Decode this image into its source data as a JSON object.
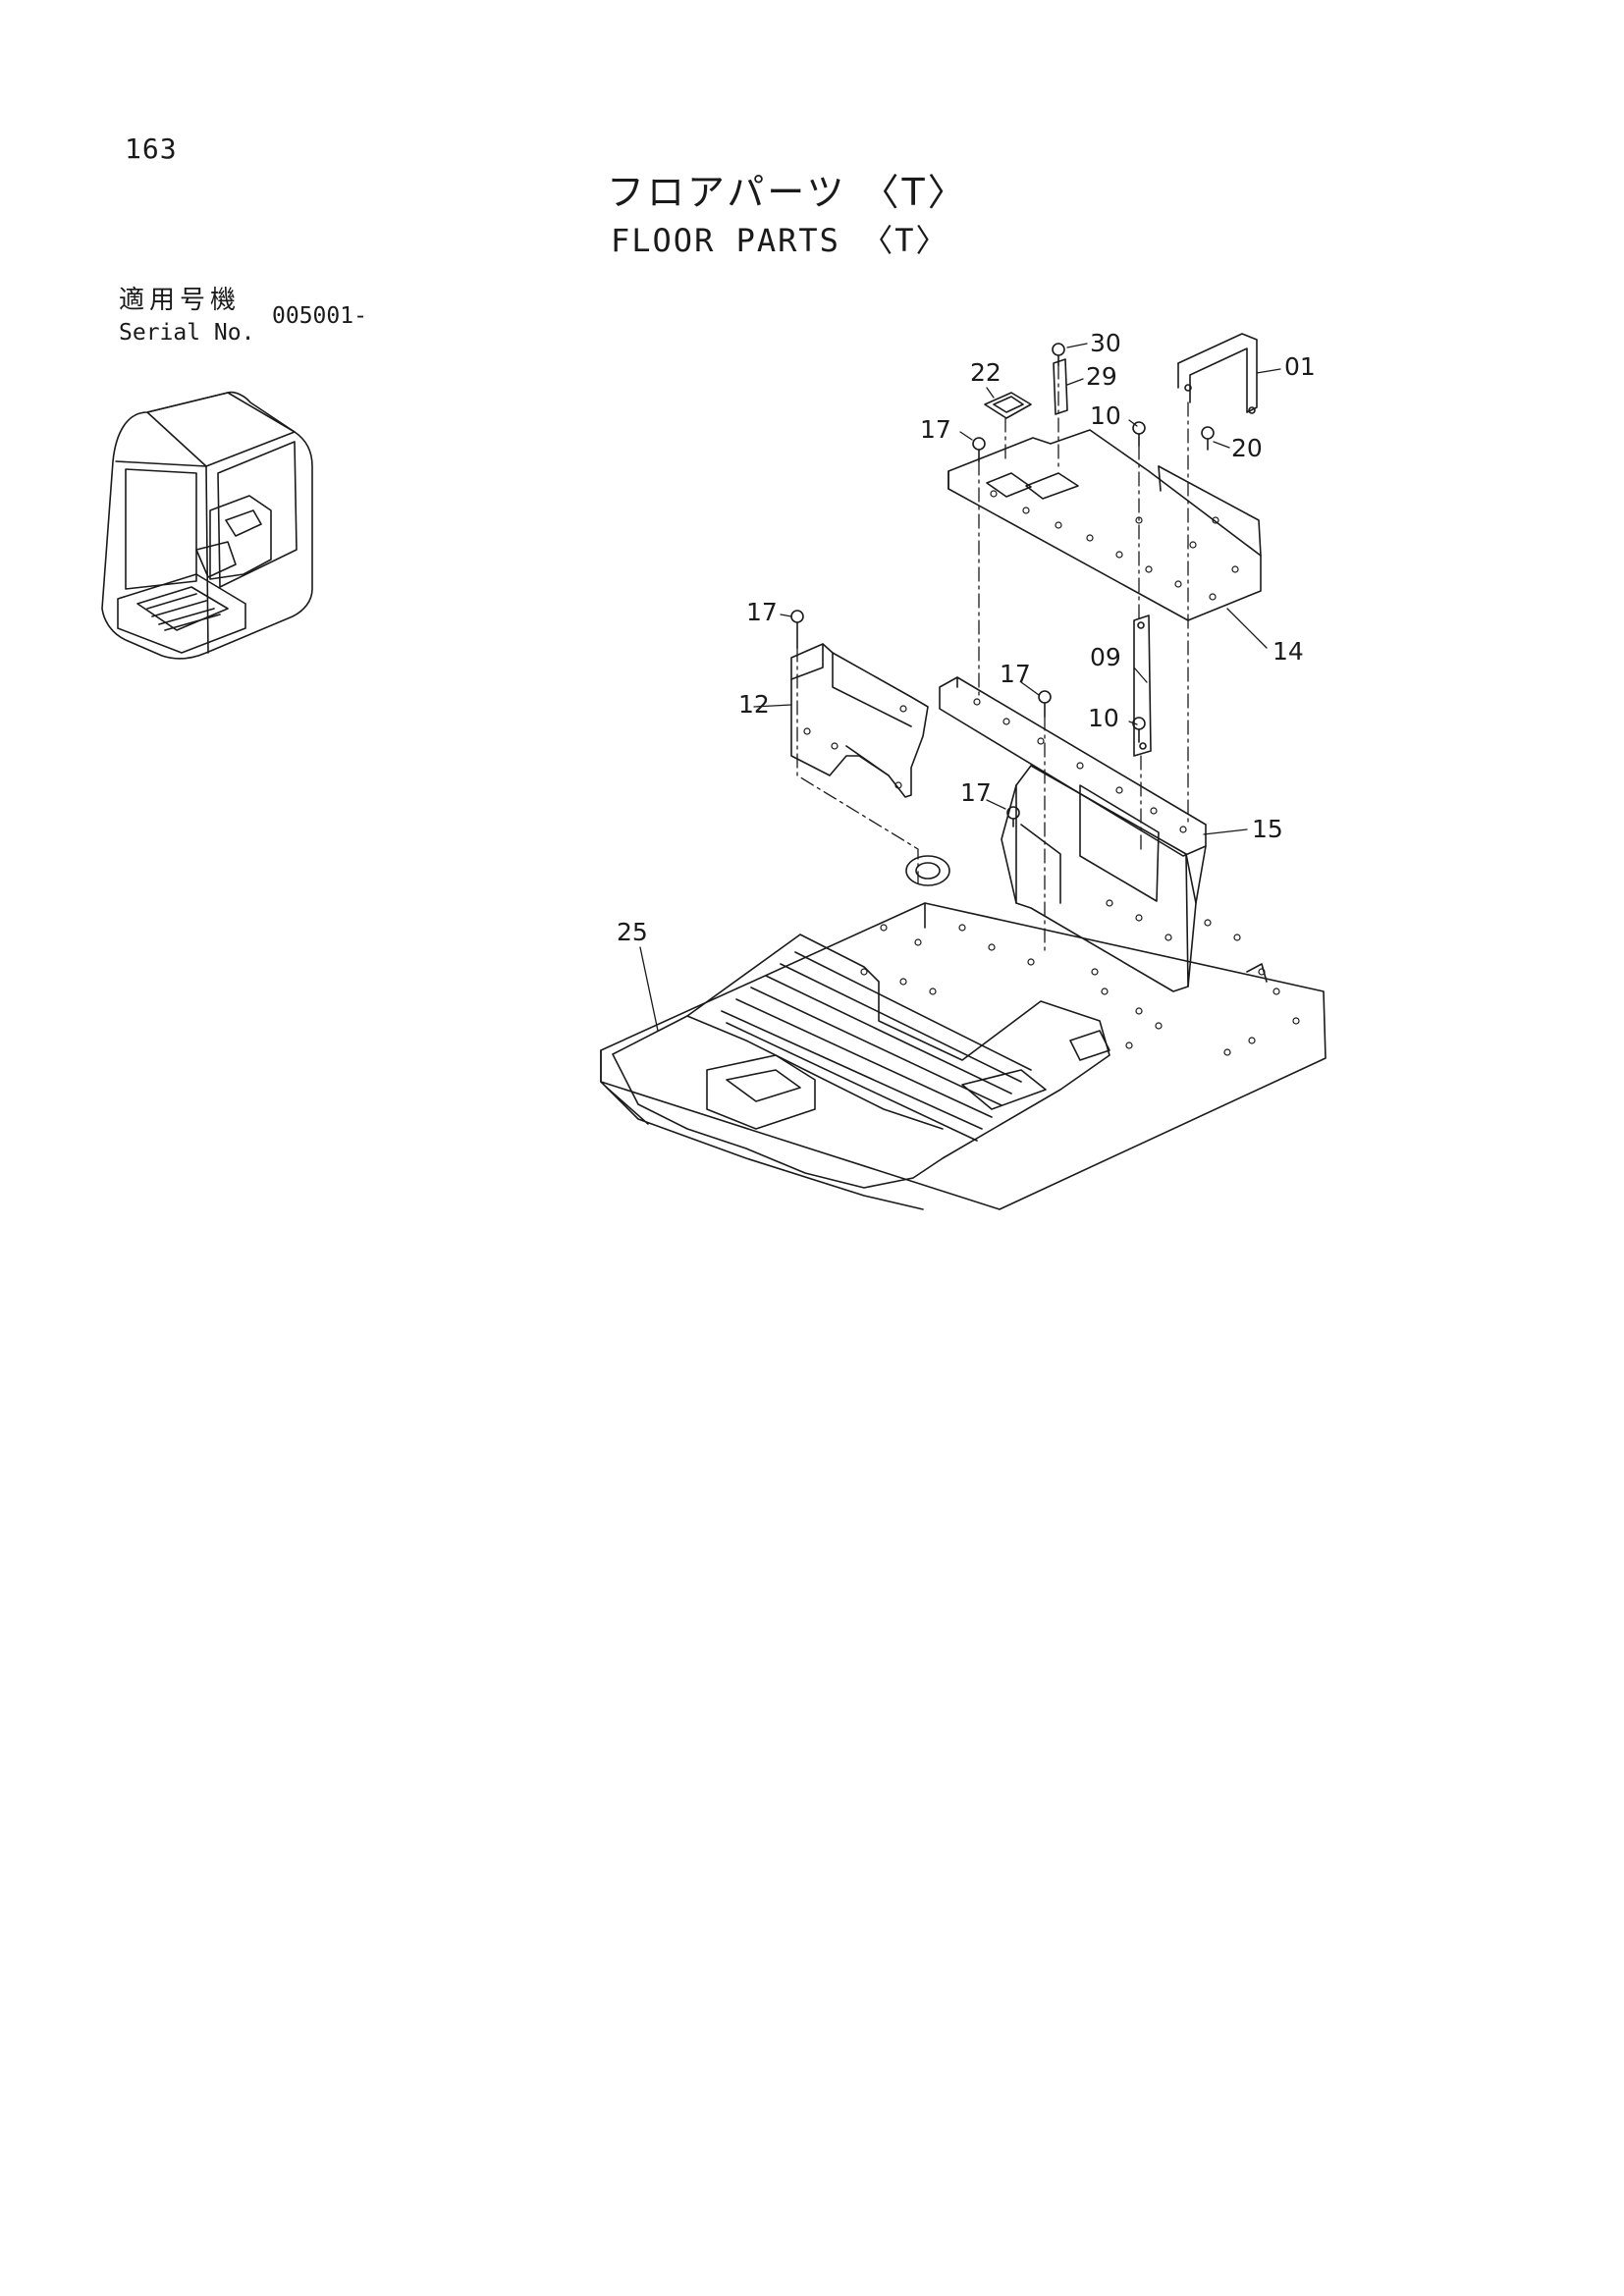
{
  "page": {
    "number": "163",
    "title_jp": "フロアパーツ 〈T〉",
    "title_en": "FLOOR PARTS 〈T〉",
    "serial_label_jp": "適用号機",
    "serial_label_en": "Serial No.",
    "serial_value": "005001-"
  },
  "callouts": [
    {
      "id": "c30",
      "label": "30"
    },
    {
      "id": "c22",
      "label": "22"
    },
    {
      "id": "c29",
      "label": "29"
    },
    {
      "id": "c01",
      "label": "01"
    },
    {
      "id": "c17a",
      "label": "17"
    },
    {
      "id": "c10a",
      "label": "10"
    },
    {
      "id": "c20",
      "label": "20"
    },
    {
      "id": "c14",
      "label": "14"
    },
    {
      "id": "c17b",
      "label": "17"
    },
    {
      "id": "c09",
      "label": "09"
    },
    {
      "id": "c17c",
      "label": "17"
    },
    {
      "id": "c12",
      "label": "12"
    },
    {
      "id": "c10b",
      "label": "10"
    },
    {
      "id": "c17d",
      "label": "17"
    },
    {
      "id": "c15",
      "label": "15"
    },
    {
      "id": "c25",
      "label": "25"
    }
  ],
  "colors": {
    "ink": "#1a1a1a",
    "paper": "#ffffff"
  }
}
